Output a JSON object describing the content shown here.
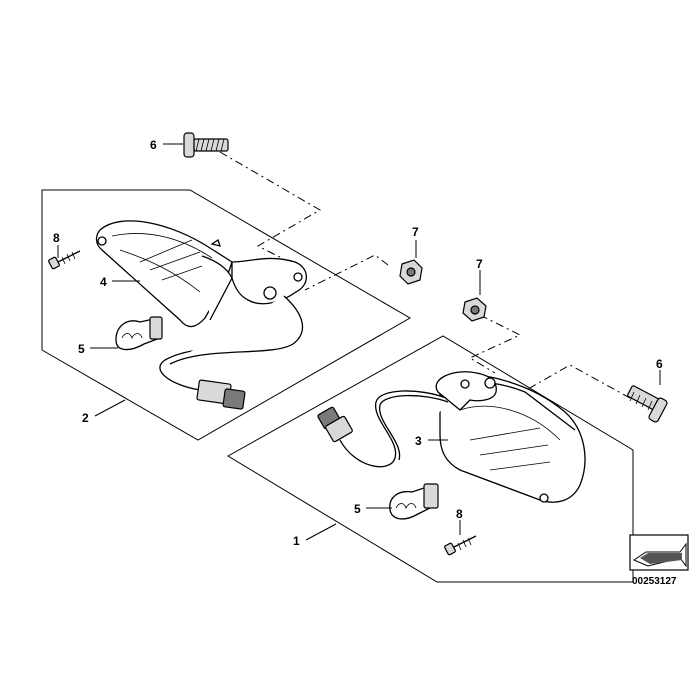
{
  "diagram_code": "00253127",
  "callouts": {
    "c6_top": "6",
    "c8_left": "8",
    "c4": "4",
    "c5_left": "5",
    "c2": "2",
    "c7_a": "7",
    "c7_b": "7",
    "c6_right": "6",
    "c3": "3",
    "c5_right": "5",
    "c8_right": "8",
    "c1": "1"
  },
  "icons": {
    "nav": "arrow-next-page-icon"
  }
}
